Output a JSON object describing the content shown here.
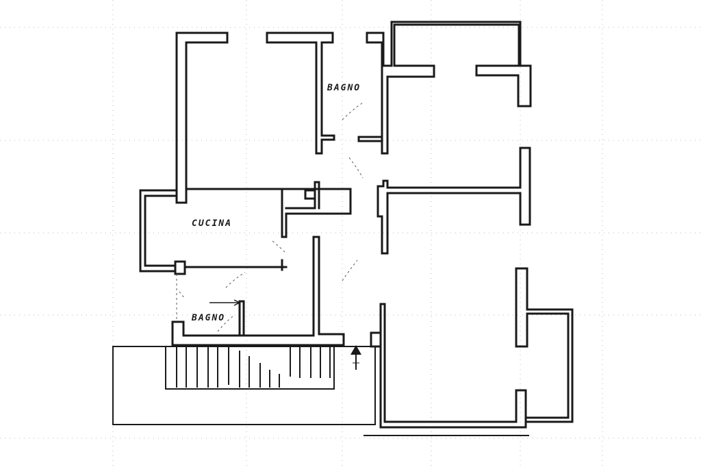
{
  "plan": {
    "rooms": [
      {
        "id": "bagno-upper",
        "label": "BAGNO"
      },
      {
        "id": "cucina",
        "label": "CUCINA"
      },
      {
        "id": "bagno-lower",
        "label": "BAGNO"
      }
    ],
    "colors": {
      "wall": "#1a1a1a",
      "grid": "#b8b8b8",
      "background": "#ffffff"
    },
    "symbols": [
      "north-arrow-icon",
      "stair-treads"
    ]
  }
}
